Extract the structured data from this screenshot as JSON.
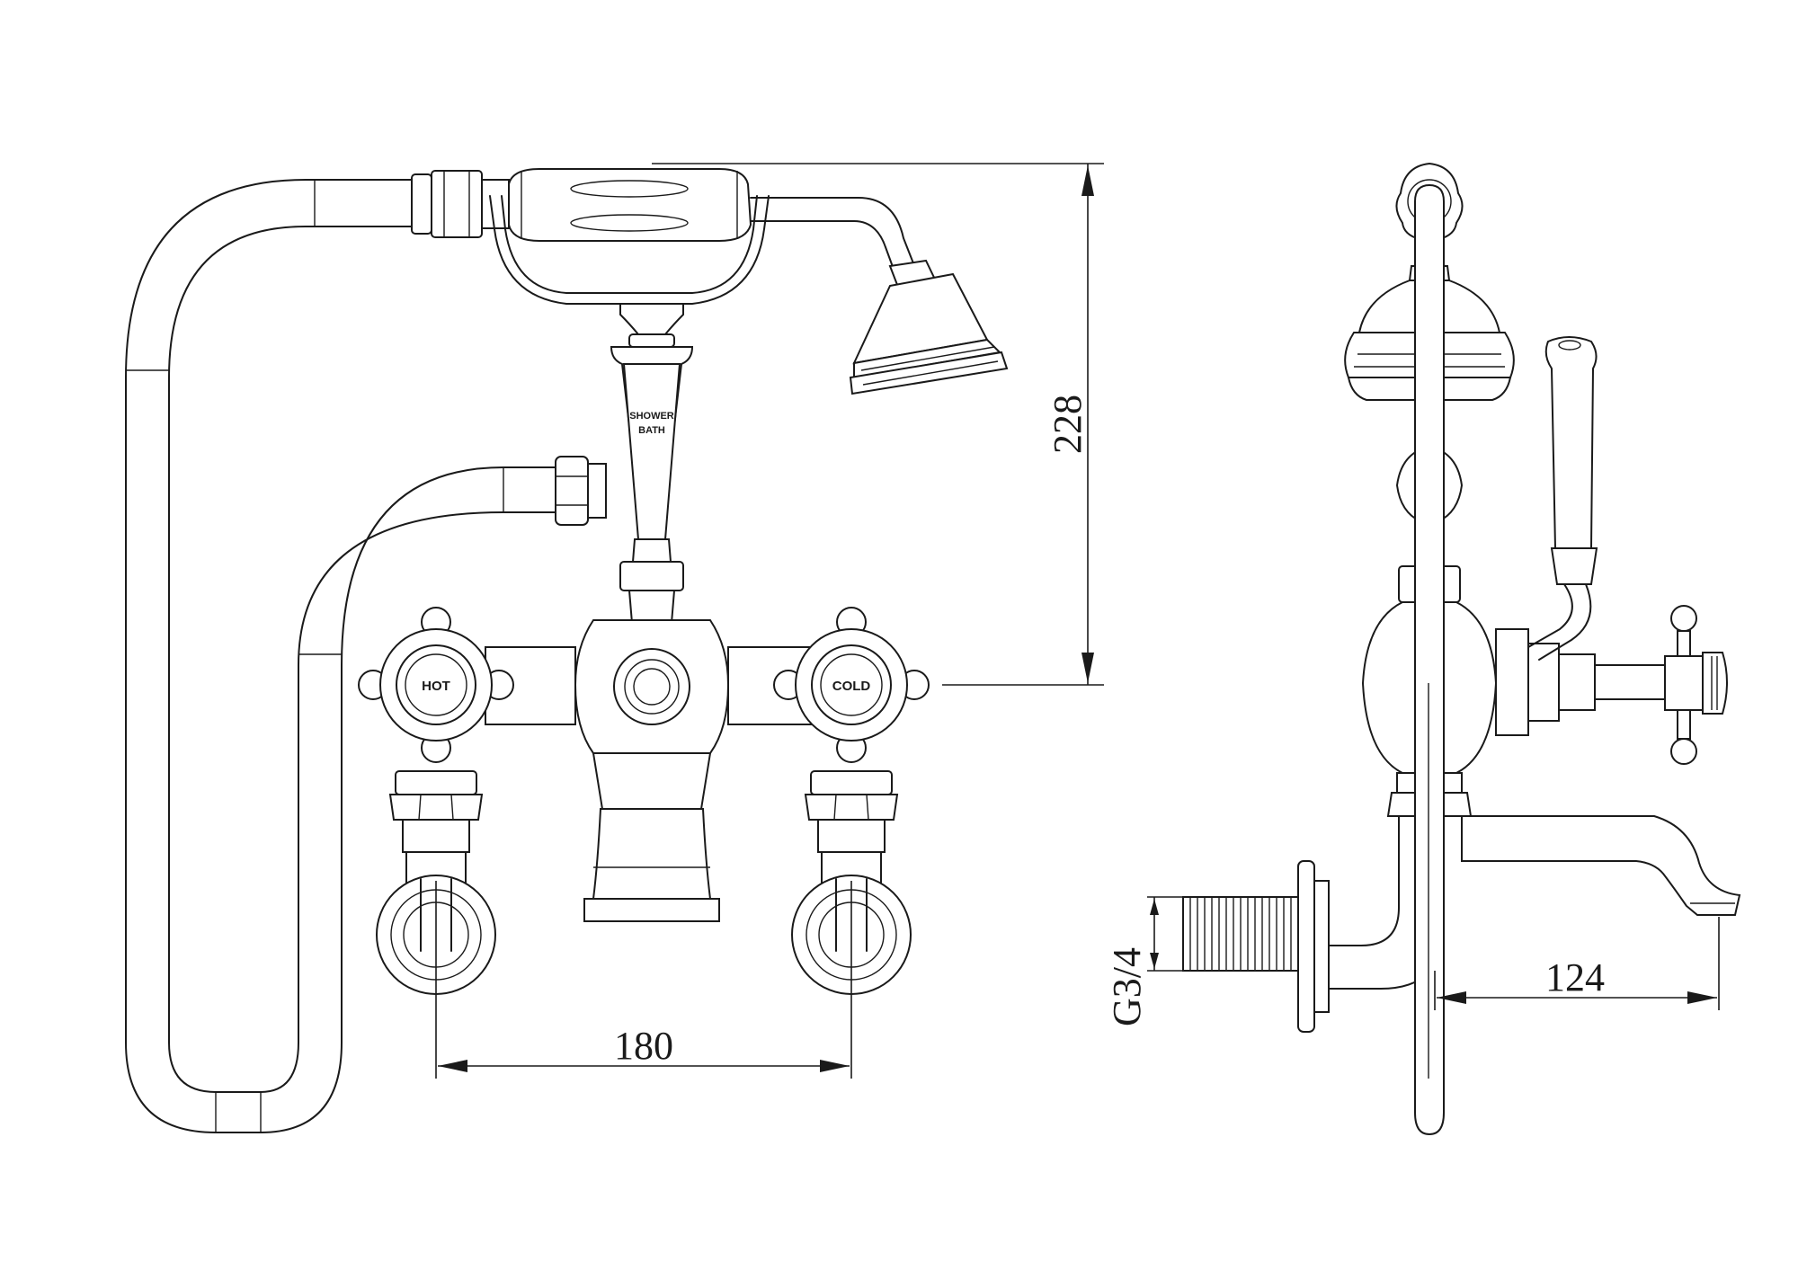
{
  "front_view": {
    "hot_label": "HOT",
    "cold_label": "COLD",
    "diverter_label_line1": "SHOWER",
    "diverter_label_line2": "BATH",
    "dim_height": "228",
    "dim_centres": "180"
  },
  "side_view": {
    "dim_projection": "124",
    "dim_thread": "G3/4"
  }
}
